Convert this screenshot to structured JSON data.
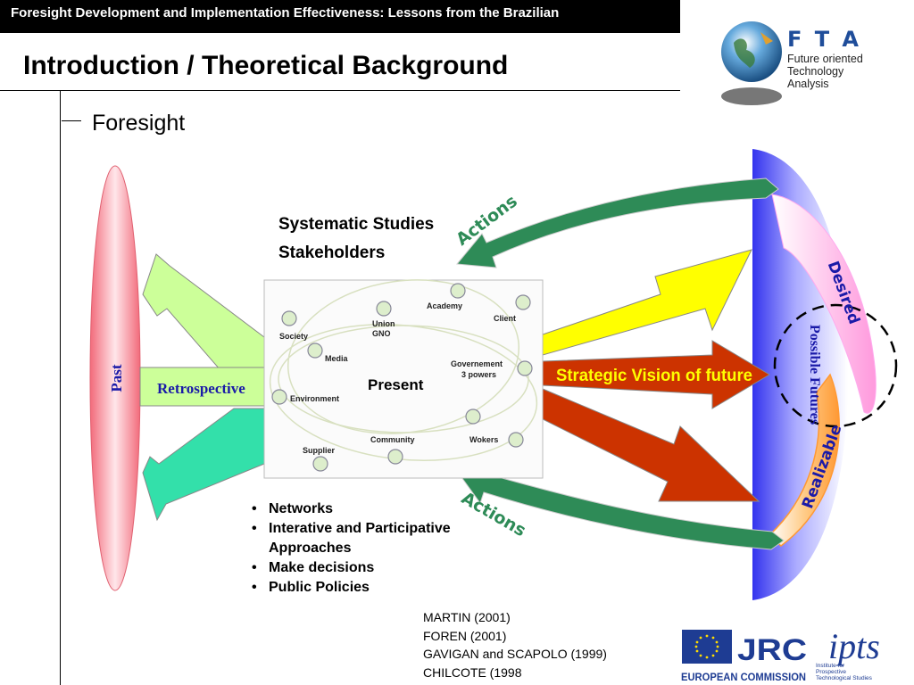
{
  "header": {
    "bar_text": "Foresight Development and Implementation Effectiveness: Lessons from the Brazilian",
    "title": "Introduction / Theoretical Background",
    "section": "Foresight"
  },
  "diagram": {
    "past": "Past",
    "retrospective": "Retrospective",
    "systematic_studies": "Systematic Studies",
    "stakeholders": "Stakeholders",
    "present": "Present",
    "actions_top": "Actions",
    "actions_bottom": "Actions",
    "strategic_vision": "Strategic Vision of future",
    "desired": "Desired",
    "possible_futures": "Possible Futures",
    "realizable": "Realizable",
    "network_nodes": {
      "academy": "Academy",
      "client": "Client",
      "union": "Union",
      "gno": "GNO",
      "society": "Society",
      "media": "Media",
      "environment": "Environment",
      "gov1": "Governement",
      "gov2": "3 powers",
      "community": "Community",
      "wokers": "Wokers",
      "supplier": "Supplier"
    }
  },
  "bullets": [
    "Networks",
    "Interative and Participative Approaches",
    "Make decisions",
    "Public Policies"
  ],
  "references": [
    "MARTIN (2001)",
    "FOREN (2001)",
    "GAVIGAN and SCAPOLO (1999)",
    "CHILCOTE (1998"
  ],
  "logos": {
    "fta_letters": "F T A",
    "fta_line1": "Future oriented",
    "fta_line2": "Technology",
    "fta_line3": "Analysis",
    "jrc": "JRC",
    "european_commission": "EUROPEAN COMMISSION",
    "ipts": "ipts",
    "ipts_line1": "Institute for",
    "ipts_line2": "Prospective",
    "ipts_line3": "Technological Studies"
  },
  "colors": {
    "past_fill": "#f7a0a8",
    "retro_light": "#ccff99",
    "retro_teal": "#33e0aa",
    "actions_green": "#2e8b57",
    "future_yellow": "#ffff00",
    "future_red": "#cc3300",
    "future_blue": "#3333ee",
    "desired_pink": "#ffccee",
    "realizable_orange": "#ff9933",
    "label_blue": "#1a1aa8"
  }
}
